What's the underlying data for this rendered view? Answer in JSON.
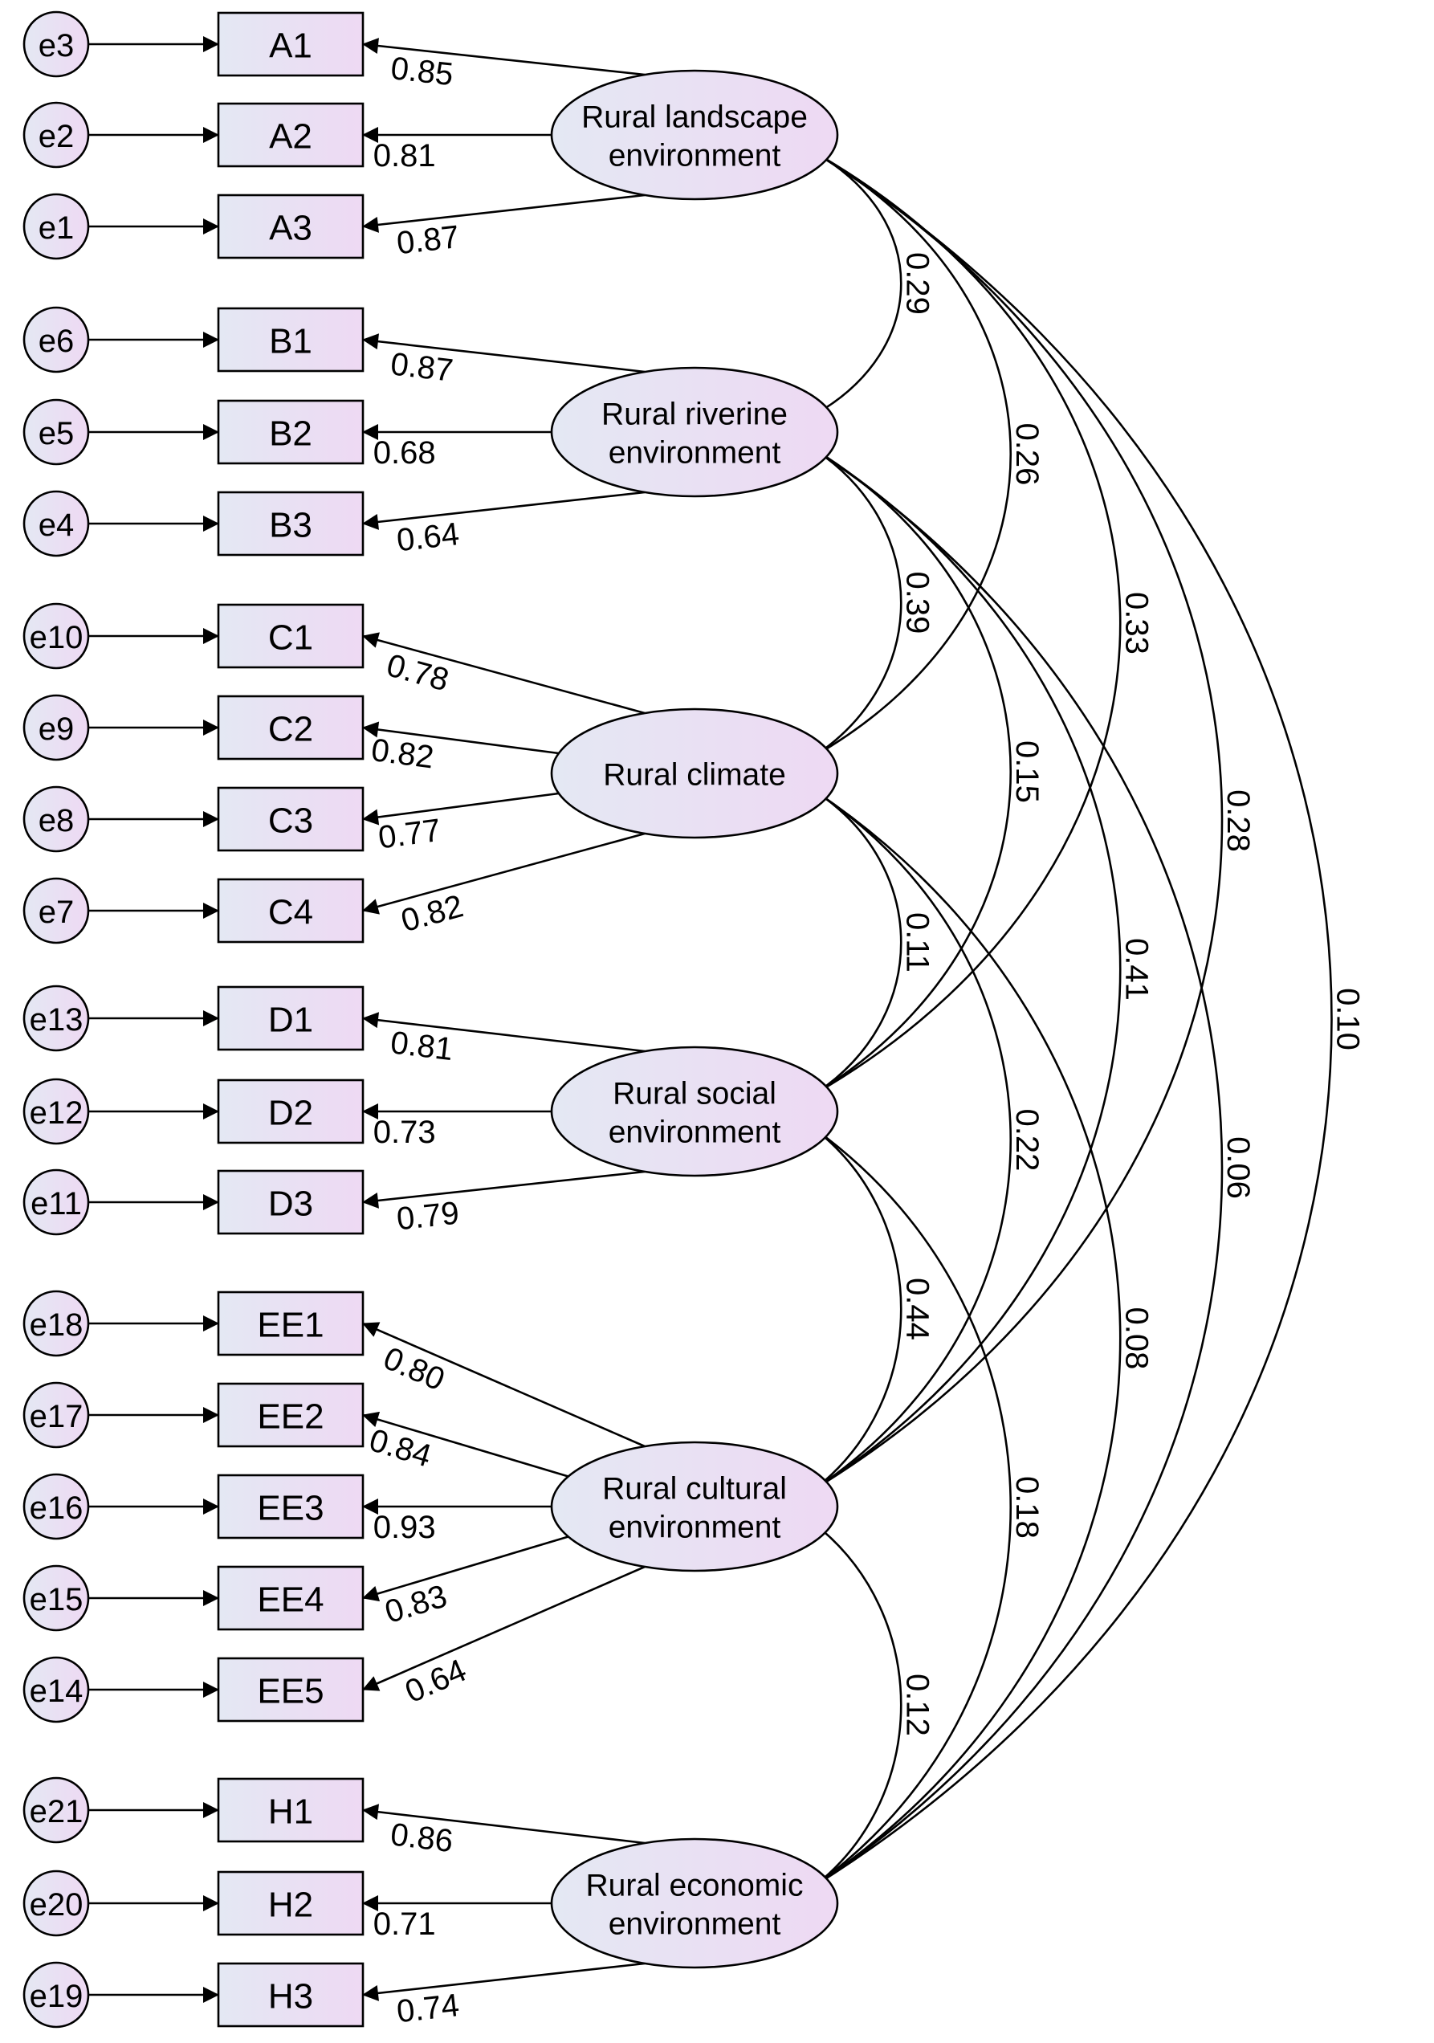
{
  "colors": {
    "fill_left": "#e4e8f3",
    "fill_right": "#eed9f3",
    "stroke": "#000000"
  },
  "factors": [
    {
      "id": "F1",
      "label_lines": [
        "Rural landscape",
        "environment"
      ],
      "indicators": [
        {
          "name": "A1",
          "error": "e3",
          "loading": "0.85"
        },
        {
          "name": "A2",
          "error": "e2",
          "loading": "0.81"
        },
        {
          "name": "A3",
          "error": "e1",
          "loading": "0.87"
        }
      ]
    },
    {
      "id": "F2",
      "label_lines": [
        "Rural riverine",
        "environment"
      ],
      "indicators": [
        {
          "name": "B1",
          "error": "e6",
          "loading": "0.87"
        },
        {
          "name": "B2",
          "error": "e5",
          "loading": "0.68"
        },
        {
          "name": "B3",
          "error": "e4",
          "loading": "0.64"
        }
      ]
    },
    {
      "id": "F3",
      "label_lines": [
        "Rural climate"
      ],
      "indicators": [
        {
          "name": "C1",
          "error": "e10",
          "loading": "0.78"
        },
        {
          "name": "C2",
          "error": "e9",
          "loading": "0.82"
        },
        {
          "name": "C3",
          "error": "e8",
          "loading": "0.77"
        },
        {
          "name": "C4",
          "error": "e7",
          "loading": "0.82"
        }
      ]
    },
    {
      "id": "F4",
      "label_lines": [
        "Rural social",
        "environment"
      ],
      "indicators": [
        {
          "name": "D1",
          "error": "e13",
          "loading": "0.81"
        },
        {
          "name": "D2",
          "error": "e12",
          "loading": "0.73"
        },
        {
          "name": "D3",
          "error": "e11",
          "loading": "0.79"
        }
      ]
    },
    {
      "id": "F5",
      "label_lines": [
        "Rural cultural",
        "environment"
      ],
      "indicators": [
        {
          "name": "EE1",
          "error": "e18",
          "loading": "0.80"
        },
        {
          "name": "EE2",
          "error": "e17",
          "loading": "0.84"
        },
        {
          "name": "EE3",
          "error": "e16",
          "loading": "0.93"
        },
        {
          "name": "EE4",
          "error": "e15",
          "loading": "0.83"
        },
        {
          "name": "EE5",
          "error": "e14",
          "loading": "0.64"
        }
      ]
    },
    {
      "id": "F6",
      "label_lines": [
        "Rural economic",
        "environment"
      ],
      "indicators": [
        {
          "name": "H1",
          "error": "e21",
          "loading": "0.86"
        },
        {
          "name": "H2",
          "error": "e20",
          "loading": "0.71"
        },
        {
          "name": "H3",
          "error": "e19",
          "loading": "0.74"
        }
      ]
    }
  ],
  "correlations": [
    {
      "from": "F1",
      "to": "F2",
      "value": "0.29"
    },
    {
      "from": "F1",
      "to": "F3",
      "value": "0.26"
    },
    {
      "from": "F1",
      "to": "F4",
      "value": "0.33"
    },
    {
      "from": "F1",
      "to": "F5",
      "value": "0.28"
    },
    {
      "from": "F1",
      "to": "F6",
      "value": "0.10"
    },
    {
      "from": "F2",
      "to": "F3",
      "value": "0.39"
    },
    {
      "from": "F2",
      "to": "F4",
      "value": "0.15"
    },
    {
      "from": "F2",
      "to": "F5",
      "value": "0.41"
    },
    {
      "from": "F2",
      "to": "F6",
      "value": "0.06"
    },
    {
      "from": "F3",
      "to": "F4",
      "value": "0.11"
    },
    {
      "from": "F3",
      "to": "F5",
      "value": "0.22"
    },
    {
      "from": "F3",
      "to": "F6",
      "value": "0.08"
    },
    {
      "from": "F4",
      "to": "F5",
      "value": "0.44"
    },
    {
      "from": "F4",
      "to": "F6",
      "value": "0.18"
    },
    {
      "from": "F5",
      "to": "F6",
      "value": "0.12"
    }
  ]
}
